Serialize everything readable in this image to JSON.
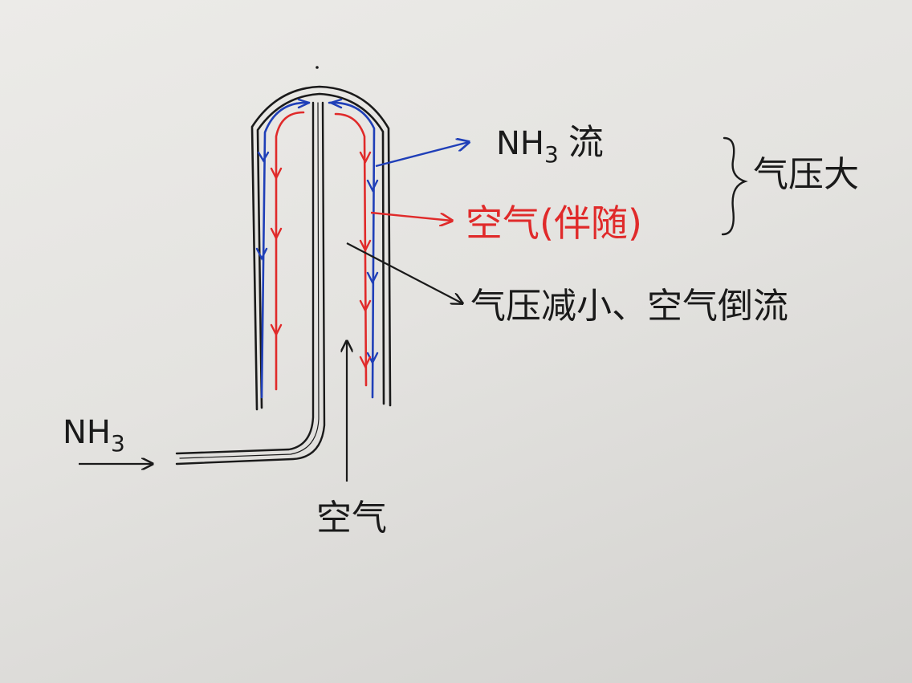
{
  "labels": {
    "nh3_inlet": "NH",
    "nh3_inlet_sub": "3",
    "air_inlet": "空气",
    "nh3_flow": "NH",
    "nh3_flow_sub": "3",
    "nh3_flow_suffix": "流",
    "air_follow": "空气(伴随)",
    "pressure_large": "气压大",
    "pressure_small": "气压减小、空气倒流"
  },
  "colors": {
    "ink": "#1a1a1a",
    "nh3": "#1f3fb8",
    "air": "#e02a2a"
  }
}
